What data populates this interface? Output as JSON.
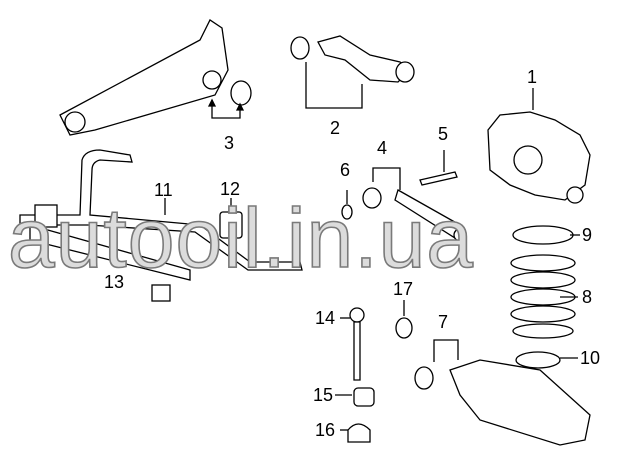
{
  "watermark": "autooil.in.ua",
  "callouts": {
    "c1": "1",
    "c2": "2",
    "c3": "3",
    "c4": "4",
    "c5": "5",
    "c6": "6",
    "c7": "7",
    "c8": "8",
    "c9": "9",
    "c10": "10",
    "c11": "11",
    "c12": "12",
    "c13": "13",
    "c14": "14",
    "c15": "15",
    "c16": "16",
    "c17": "17"
  }
}
